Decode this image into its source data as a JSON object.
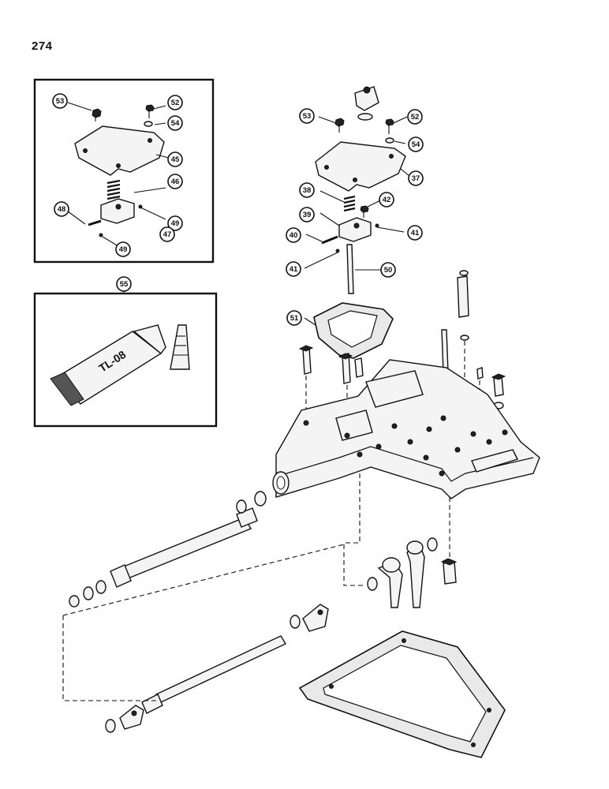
{
  "page_number": "274",
  "callouts": {
    "inset1": [
      "53",
      "52",
      "54",
      "45",
      "46",
      "49",
      "48",
      "47",
      "49"
    ],
    "main": [
      "53",
      "52",
      "54",
      "37",
      "38",
      "42",
      "39",
      "41",
      "40",
      "41",
      "50",
      "51"
    ],
    "inset2": [
      "55"
    ]
  },
  "colors": {
    "ink": "#111111",
    "paper": "#ffffff",
    "gasket_fill": "#e9e9e9"
  },
  "tube_label": "TL-08"
}
